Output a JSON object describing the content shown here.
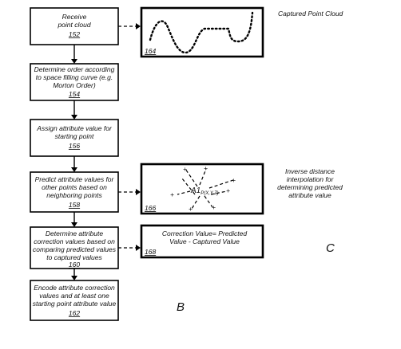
{
  "steps": [
    {
      "lines": [
        "Receive",
        "point cloud"
      ],
      "ref": "152"
    },
    {
      "lines": [
        "Determine order according",
        "to space filling curve (e.g.",
        "Morton Order)"
      ],
      "ref": "154"
    },
    {
      "lines": [
        "Assign attribute value for",
        "starting point"
      ],
      "ref": "156"
    },
    {
      "lines": [
        "Predict attribute values for",
        "other points based on",
        "neighboring points"
      ],
      "ref": "158"
    },
    {
      "lines": [
        "Determine attribute",
        "correction values based on",
        "comparing predicted values",
        "to captured values"
      ],
      "ref": "160"
    },
    {
      "lines": [
        "Encode attribute correction",
        "values and at least one",
        "starting point attribute value"
      ],
      "ref": "162"
    }
  ],
  "panels": {
    "captured": {
      "caption": "Captured Point Cloud",
      "ref": "164"
    },
    "interpolation": {
      "caption_lines": [
        "Inverse distance",
        "interpolation for",
        "determining predicted",
        "attribute value"
      ],
      "ref": "166",
      "point_label": "A1",
      "point_sub": "P(X,Y,Z)"
    },
    "correction": {
      "lines": [
        "Correction Value= Predicted",
        "Value - Captured Value"
      ],
      "ref": "168"
    }
  },
  "figure_labels": {
    "b": "B",
    "c": "C"
  }
}
